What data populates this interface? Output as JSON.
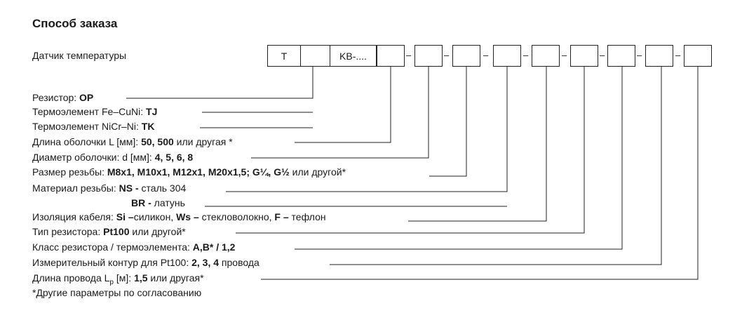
{
  "title": "Способ заказа",
  "sensor_label": "Датчик температуры",
  "code_boxes": [
    "T",
    "",
    "KB-....",
    "",
    "",
    "",
    "",
    "",
    "",
    "",
    "",
    ""
  ],
  "separator": "–",
  "rows": [
    {
      "parts": [
        {
          "t": "Резистор: "
        },
        {
          "t": "OP",
          "b": true
        }
      ]
    },
    {
      "parts": [
        {
          "t": "Термоэлемент Fe–CuNi: "
        },
        {
          "t": "TJ",
          "b": true
        }
      ]
    },
    {
      "parts": [
        {
          "t": "Термоэлемент NiCr–Ni: "
        },
        {
          "t": "TK",
          "b": true
        }
      ]
    },
    {
      "parts": [
        {
          "t": "Длина оболочки L [мм]: "
        },
        {
          "t": "50, 500",
          "b": true
        },
        {
          "t": " или другая *"
        }
      ]
    },
    {
      "parts": [
        {
          "t": "Диаметр оболочки: d [мм]: "
        },
        {
          "t": "4, 5, 6, 8",
          "b": true
        }
      ]
    },
    {
      "parts": [
        {
          "t": "Размер резьбы: "
        },
        {
          "t": "M8x1, M10x1, M12x1, M20x1,5; G¼, G½",
          "b": true
        },
        {
          "t": " или другой*"
        }
      ]
    },
    {
      "parts": [
        {
          "t": "Материал резьбы: "
        },
        {
          "t": "NS -",
          "b": true
        },
        {
          "t": " сталь 304"
        }
      ]
    },
    {
      "parts": [
        {
          "t": "BR -",
          "b": true
        },
        {
          "t": " латунь"
        }
      ]
    },
    {
      "parts": [
        {
          "t": "Изоляция кабеля: "
        },
        {
          "t": "Si –",
          "b": true
        },
        {
          "t": "силикон, "
        },
        {
          "t": "Ws –",
          "b": true
        },
        {
          "t": " стекловолокно, "
        },
        {
          "t": "F –",
          "b": true
        },
        {
          "t": " тефлон"
        }
      ]
    },
    {
      "parts": [
        {
          "t": "Тип резистора: "
        },
        {
          "t": "Pt100",
          "b": true
        },
        {
          "t": " или другой*"
        }
      ]
    },
    {
      "parts": [
        {
          "t": "Класс резистора / термоэлемента: "
        },
        {
          "t": "A,B* / 1,2",
          "b": true
        }
      ]
    },
    {
      "parts": [
        {
          "t": "Измерительный контур для Pt100: "
        },
        {
          "t": "2, 3, 4",
          "b": true
        },
        {
          "t": " провода"
        }
      ]
    },
    {
      "parts": [
        {
          "t": "Длина провода L"
        },
        {
          "t": "p",
          "sub": true
        },
        {
          "t": " [м]: "
        },
        {
          "t": "1,5",
          "b": true
        },
        {
          "t": " или другая*"
        }
      ]
    },
    {
      "parts": [
        {
          "t": "*Другие параметры по согласованию"
        }
      ]
    }
  ]
}
